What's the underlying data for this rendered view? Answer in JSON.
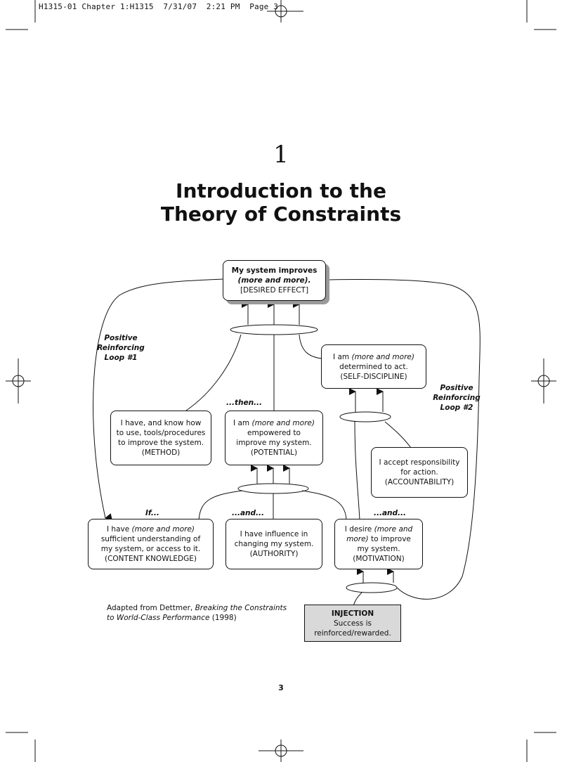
{
  "slug": "H1315-01 Chapter 1:H1315  7/31/07  2:21 PM  Page 3",
  "chapter": {
    "number": "1",
    "title_line1": "Introduction to the",
    "title_line2": "Theory of Constraints"
  },
  "diagram": {
    "desired_effect": {
      "line1": "My system improves",
      "line2": "(more and more).",
      "line3": "[DESIRED EFFECT]"
    },
    "self_discipline": {
      "line1_pre": "I am ",
      "line1_em": "(more and more)",
      "line2": "determined to act.",
      "line3": "(SELF-DISCIPLINE)"
    },
    "method": {
      "line1": "I have, and know how",
      "line2": "to use, tools/procedures",
      "line3": "to improve the system.",
      "line4": "(METHOD)"
    },
    "potential": {
      "line1_pre": "I am ",
      "line1_em": "(more and more)",
      "line2": "empowered to",
      "line3": "improve my system.",
      "line4": "(POTENTIAL)"
    },
    "accountability": {
      "line1": "I accept responsibility",
      "line2": "for action.",
      "line3": "(ACCOUNTABILITY)"
    },
    "content_knowledge": {
      "line1_pre": "I have ",
      "line1_em": "(more and more)",
      "line2": "sufficient understanding of",
      "line3": "my system, or access to it.",
      "line4": "(CONTENT KNOWLEDGE)"
    },
    "authority": {
      "line1": "I have influence in",
      "line2": "changing my system.",
      "line3": "(AUTHORITY)"
    },
    "motivation": {
      "line1_pre": "I desire ",
      "line1_em": "(more and",
      "line2_em": "more)",
      "line2_post": " to improve",
      "line3": "my system.",
      "line4": "(MOTIVATION)"
    },
    "injection": {
      "line1": "INJECTION",
      "line2": "Success is",
      "line3": "reinforced/rewarded."
    },
    "labels": {
      "loop1_l1": "Positive",
      "loop1_l2": "Reinforcing",
      "loop1_l3": "Loop #1",
      "loop2_l1": "Positive",
      "loop2_l2": "Reinforcing",
      "loop2_l3": "Loop #2",
      "then": "...then...",
      "if": "If...",
      "and1": "...and...",
      "and2": "...and..."
    }
  },
  "caption": {
    "pre": "Adapted from Dettmer, ",
    "em1": "Breaking the Constraints",
    "em2": "to World-Class Performance",
    "post": " (1998)"
  },
  "page_number": "3"
}
